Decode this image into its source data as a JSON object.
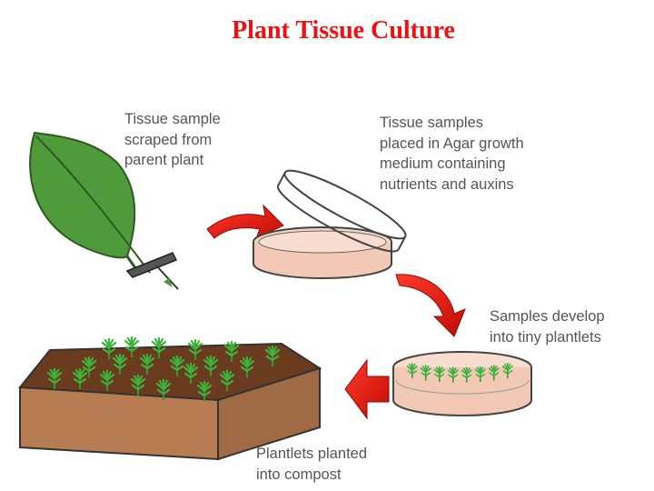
{
  "title": "Plant Tissue Culture",
  "steps": [
    {
      "label": "Tissue sample\nscraped from\nparent plant"
    },
    {
      "label": "Tissue samples\nplaced in Agar growth\nmedium containing\nnutrients and auxins"
    },
    {
      "label": "Samples develop\ninto tiny plantlets"
    },
    {
      "label": "Plantlets planted\ninto compost"
    }
  ],
  "colors": {
    "title": "#ee1111",
    "leaf": "#4f9a3a",
    "arrow": "#e0190f",
    "agar": "#f2c9b4",
    "soil_box": "#b87c52",
    "plantlet": "#3cb43c"
  },
  "icons": [
    "leaf-icon",
    "scalpel-icon",
    "petri-dish-icon",
    "plantlet-icon",
    "compost-tray-icon",
    "arrow-icon"
  ]
}
